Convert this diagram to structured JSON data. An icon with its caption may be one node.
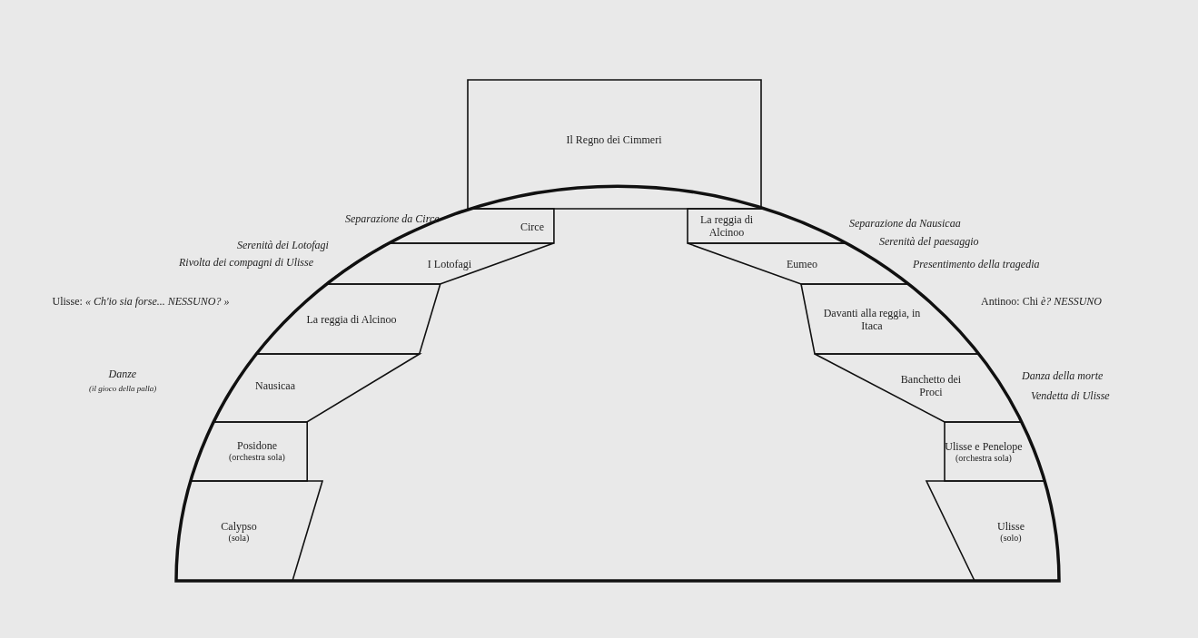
{
  "diagram": {
    "nodes": [
      {
        "text": [
          "Il Regno dei Cimmeri"
        ]
      },
      {
        "text": [
          "Circe"
        ]
      },
      {
        "text": [
          "I Lotofagi"
        ]
      },
      {
        "text": [
          "La reggia di Alcinoo"
        ]
      },
      {
        "text": [
          "Nausicaa"
        ]
      },
      {
        "text": [
          "Posidone",
          "(orchestra sola)"
        ]
      },
      {
        "text": [
          "Calypso",
          "(sola)"
        ]
      },
      {
        "text": [
          "La reggia di Alcinoo"
        ]
      },
      {
        "text": [
          "Eumeo"
        ]
      },
      {
        "text": [
          "Davanti alla reggia, in Itaca"
        ]
      },
      {
        "text": [
          "Banchetto dei Proci"
        ]
      },
      {
        "text": [
          "Ulisse e Penelope",
          "(orchestra sola)"
        ]
      },
      {
        "text": [
          "Ulisse",
          "(solo)"
        ]
      }
    ],
    "labels": [
      "Separazione da Circe",
      "Serenità dei Lotofagi",
      "Rivolta dei compagni di Ulisse",
      "Ulisse: *« Ch'io sia forse... NESSUNO? »*",
      "Danze",
      "(il gioco della palla)",
      "Separazione da Nausicaa",
      "Serenità del paesaggio",
      "Presentimento della tragedia",
      "Antinoo: Chi *è? NESSUNO*",
      "Danza della morte",
      "Vendetta di Ulisse"
    ]
  }
}
